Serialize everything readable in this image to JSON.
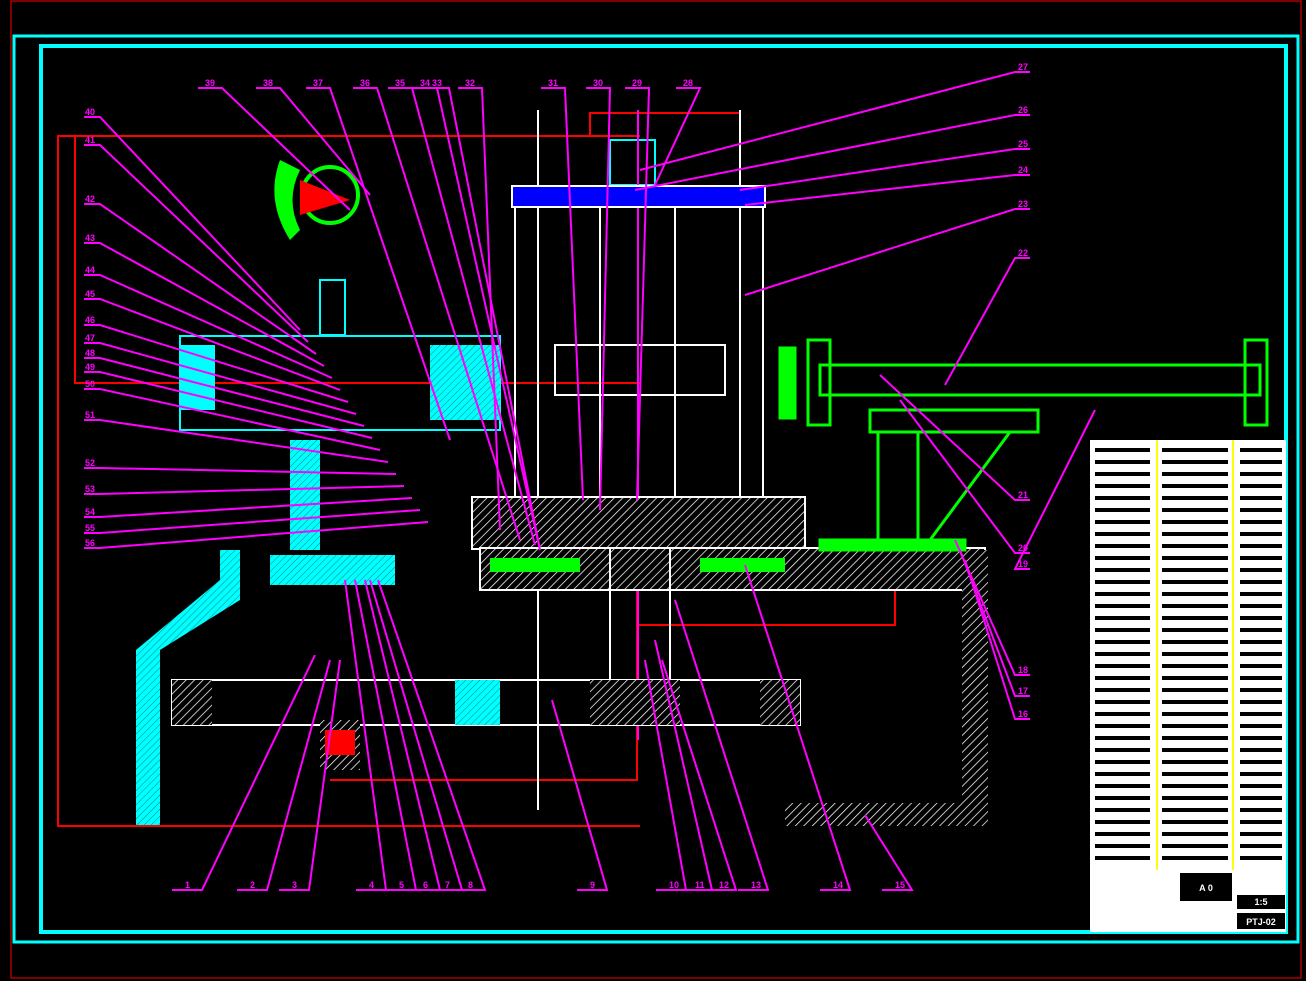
{
  "drawing": {
    "title_block": {
      "drawing_number": "PTJ-02",
      "scale": "1:5",
      "sheet": "A 0"
    },
    "balloons_bottom": [
      "1",
      "2",
      "3",
      "4",
      "5",
      "6",
      "7",
      "8",
      "9",
      "10",
      "11",
      "12",
      "13",
      "14",
      "15"
    ],
    "balloons_right": [
      "27",
      "26",
      "25",
      "24",
      "23",
      "22",
      "21",
      "20",
      "19",
      "18",
      "17",
      "16"
    ],
    "balloons_top": [
      "39",
      "38",
      "37",
      "36",
      "35",
      "34",
      "33",
      "32",
      "31",
      "30",
      "29",
      "28"
    ],
    "balloons_left": [
      "40",
      "41",
      "42",
      "43",
      "44",
      "45",
      "46",
      "47",
      "48",
      "49",
      "50",
      "51",
      "52",
      "53",
      "54",
      "55",
      "56"
    ],
    "colors": {
      "frame": "#00ffff",
      "leader": "#ff00ff",
      "center": "#ff0000",
      "part": "#ffffff",
      "green": "#00ff00",
      "blue": "#0000ff"
    }
  }
}
